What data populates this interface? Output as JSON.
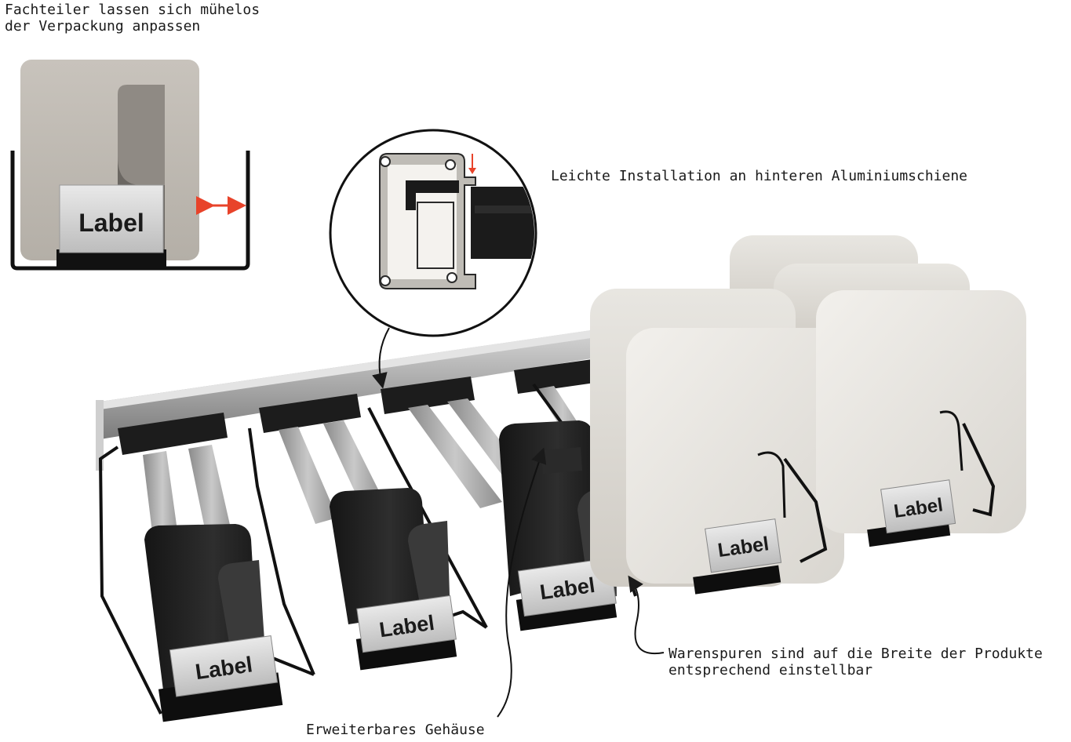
{
  "callouts": {
    "top_left_line1": "Fachteiler lassen sich mühelos",
    "top_left_line2": "der Verpackung anpassen",
    "installation": "Leichte Installation an hinteren Aluminiumschiene",
    "lanes_line1": "Warenspuren sind auf die Breite der Produkte",
    "lanes_line2": "entsprechend einstellbar",
    "housing": "Erweiterbares Gehäuse"
  },
  "label_text": "Label"
}
